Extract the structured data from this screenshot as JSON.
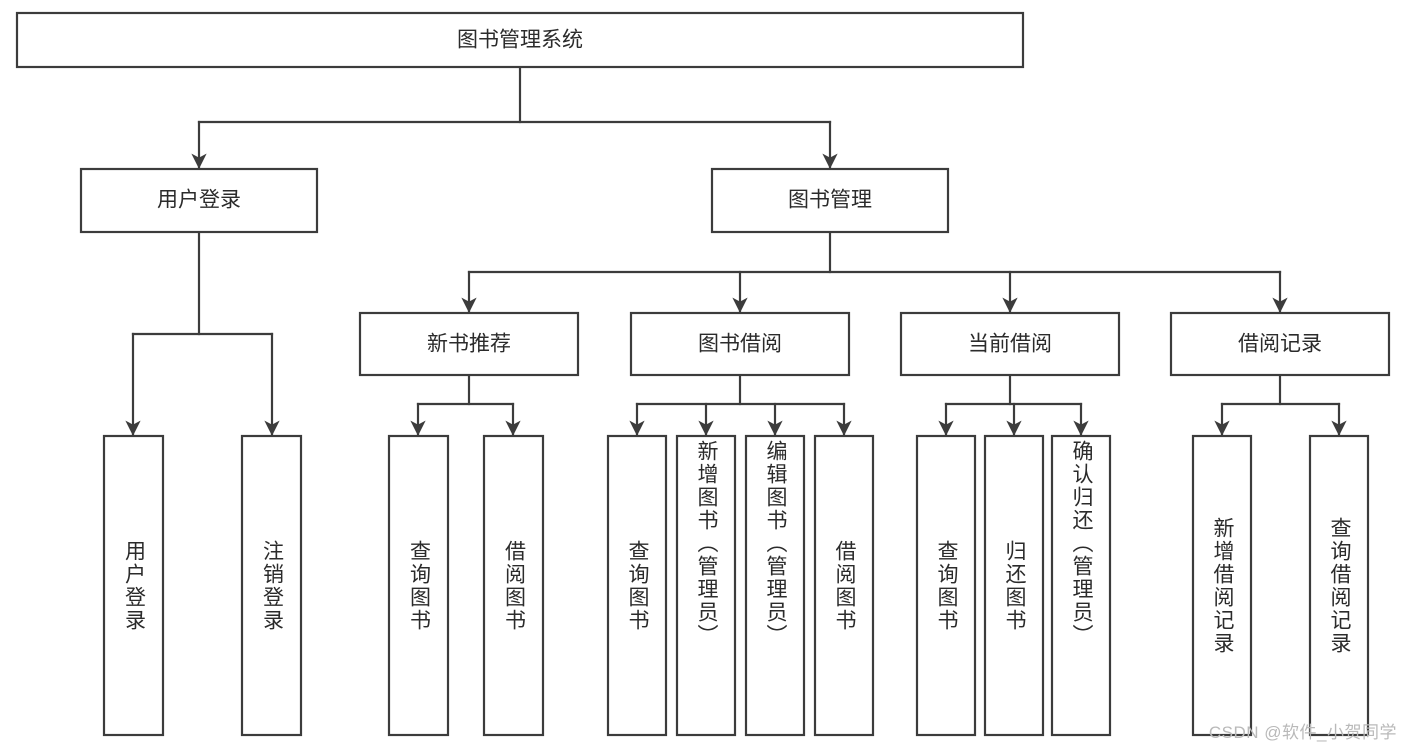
{
  "diagram": {
    "type": "tree-hierarchy",
    "title_node": {
      "label": "图书管理系统"
    },
    "level2": [
      {
        "label": "用户登录"
      },
      {
        "label": "图书管理"
      }
    ],
    "level3": [
      {
        "label": "新书推荐"
      },
      {
        "label": "图书借阅"
      },
      {
        "label": "当前借阅"
      },
      {
        "label": "借阅记录"
      }
    ],
    "leaves": {
      "user_login": [
        {
          "label": "用户登录"
        },
        {
          "label": "注销登录"
        }
      ],
      "new_book_recommend": [
        {
          "label": "查询图书"
        },
        {
          "label": "借阅图书"
        }
      ],
      "book_borrow": [
        {
          "label": "查询图书"
        },
        {
          "label": "新增图书（管理员）"
        },
        {
          "label": "编辑图书（管理员）"
        },
        {
          "label": "借阅图书"
        }
      ],
      "current_borrow": [
        {
          "label": "查询图书"
        },
        {
          "label": "归还图书"
        },
        {
          "label": "确认归还（管理员）"
        }
      ],
      "borrow_record": [
        {
          "label": "新增借阅记录"
        },
        {
          "label": "查询借阅记录"
        }
      ]
    }
  },
  "watermark": {
    "text": "CSDN @软件_小贺同学"
  },
  "colors": {
    "stroke": "#3c3c3c",
    "fill": "#ffffff",
    "text": "#2b2b2b",
    "watermark": "#b9b9b9"
  }
}
